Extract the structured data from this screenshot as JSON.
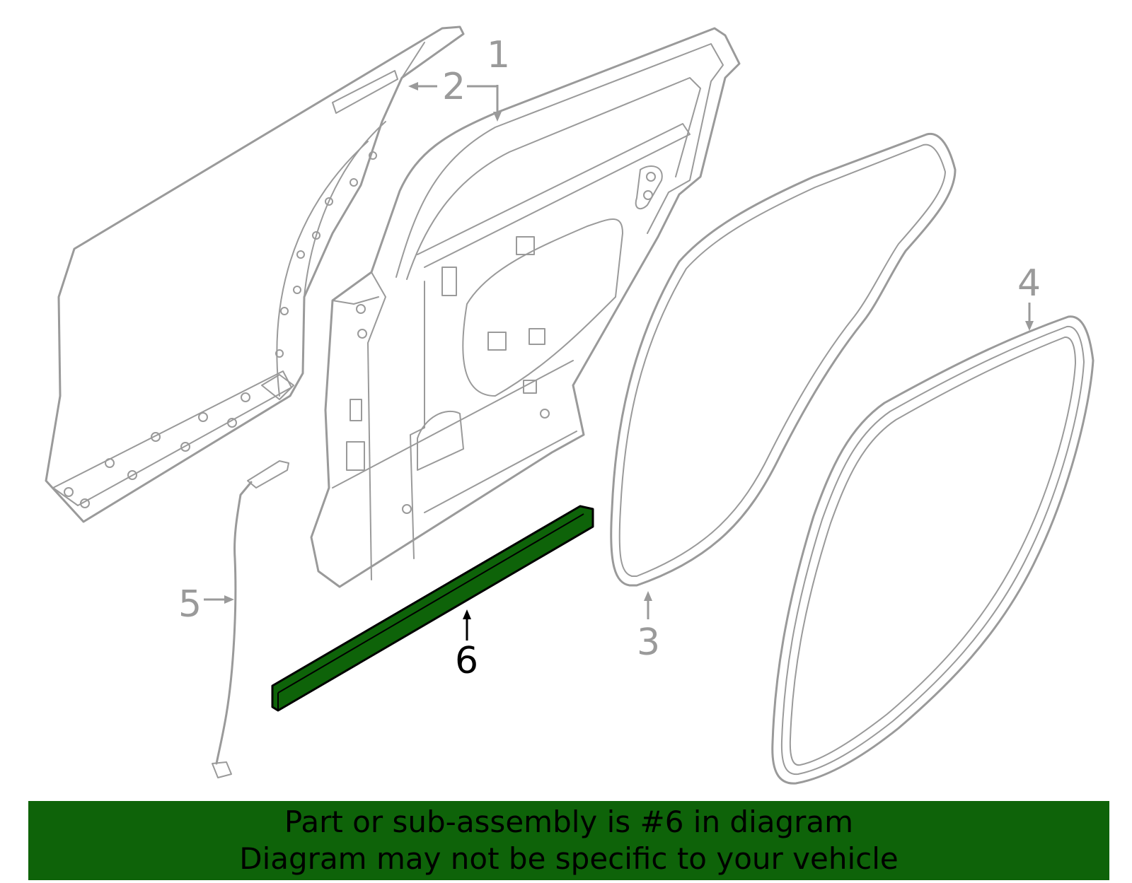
{
  "diagram": {
    "callouts": [
      "1",
      "2",
      "3",
      "4",
      "5",
      "6"
    ],
    "highlighted_part": "6",
    "highlight_color": "#0e6309",
    "line_color": "#9a9a9a"
  },
  "banner": {
    "line1": "Part or sub-assembly is #6 in diagram",
    "line2": "Diagram may not be specific to your vehicle",
    "background": "#0e6309"
  }
}
